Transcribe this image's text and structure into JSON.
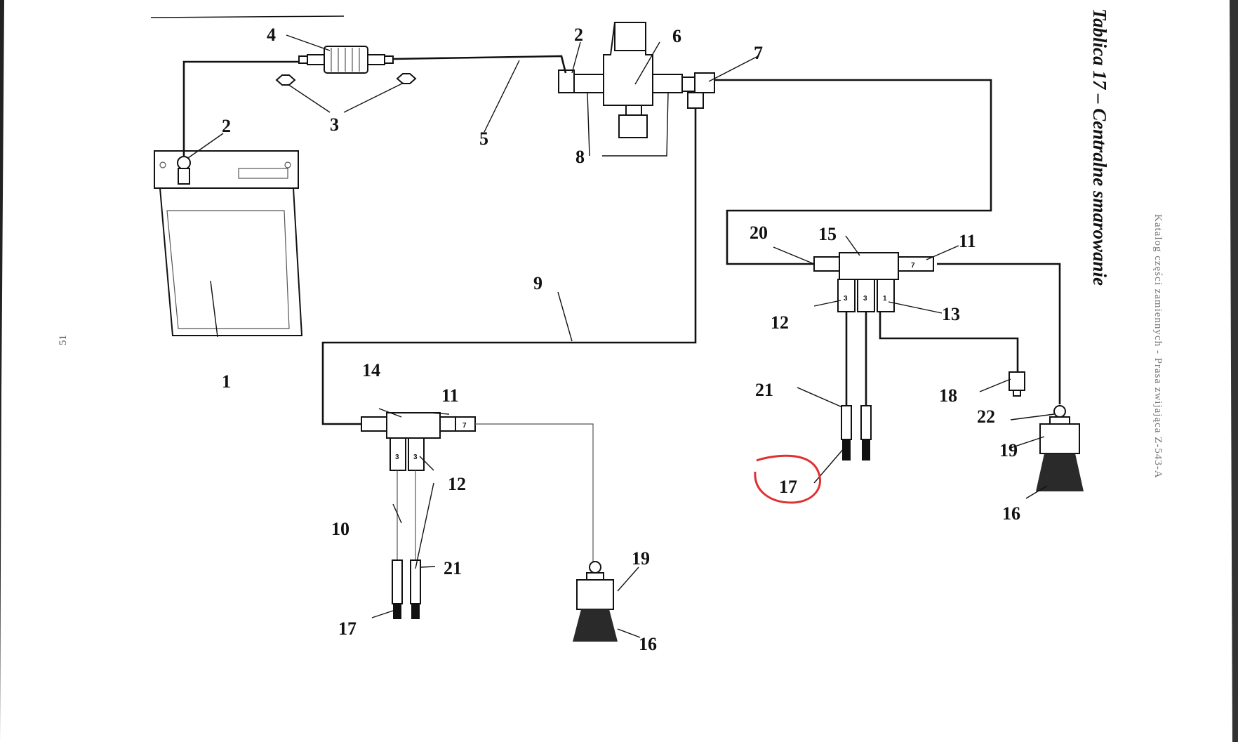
{
  "title": "Tablica 17 – Centralne smarowanie",
  "footer": "Katalog części zamiennych - Prasa zwijająca Z-543-A",
  "page_number": "51",
  "callouts": {
    "n1": "1",
    "n2a": "2",
    "n2b": "2",
    "n3": "3",
    "n4": "4",
    "n5": "5",
    "n6": "6",
    "n7": "7",
    "n8": "8",
    "n9": "9",
    "n10": "10",
    "n11a": "11",
    "n11b": "11",
    "n12a": "12",
    "n12b": "12",
    "n13": "13",
    "n14": "14",
    "n15": "15",
    "n16a": "16",
    "n16b": "16",
    "n17a": "17",
    "n17b": "17",
    "n18": "18",
    "n19a": "19",
    "n19b": "19",
    "n20": "20",
    "n21a": "21",
    "n21b": "21",
    "n22": "22"
  },
  "block_marks": {
    "outlet_3": "3",
    "outlet_1": "1",
    "valve_7": "7"
  },
  "highlight": {
    "target": "17",
    "color": "#e03030"
  }
}
